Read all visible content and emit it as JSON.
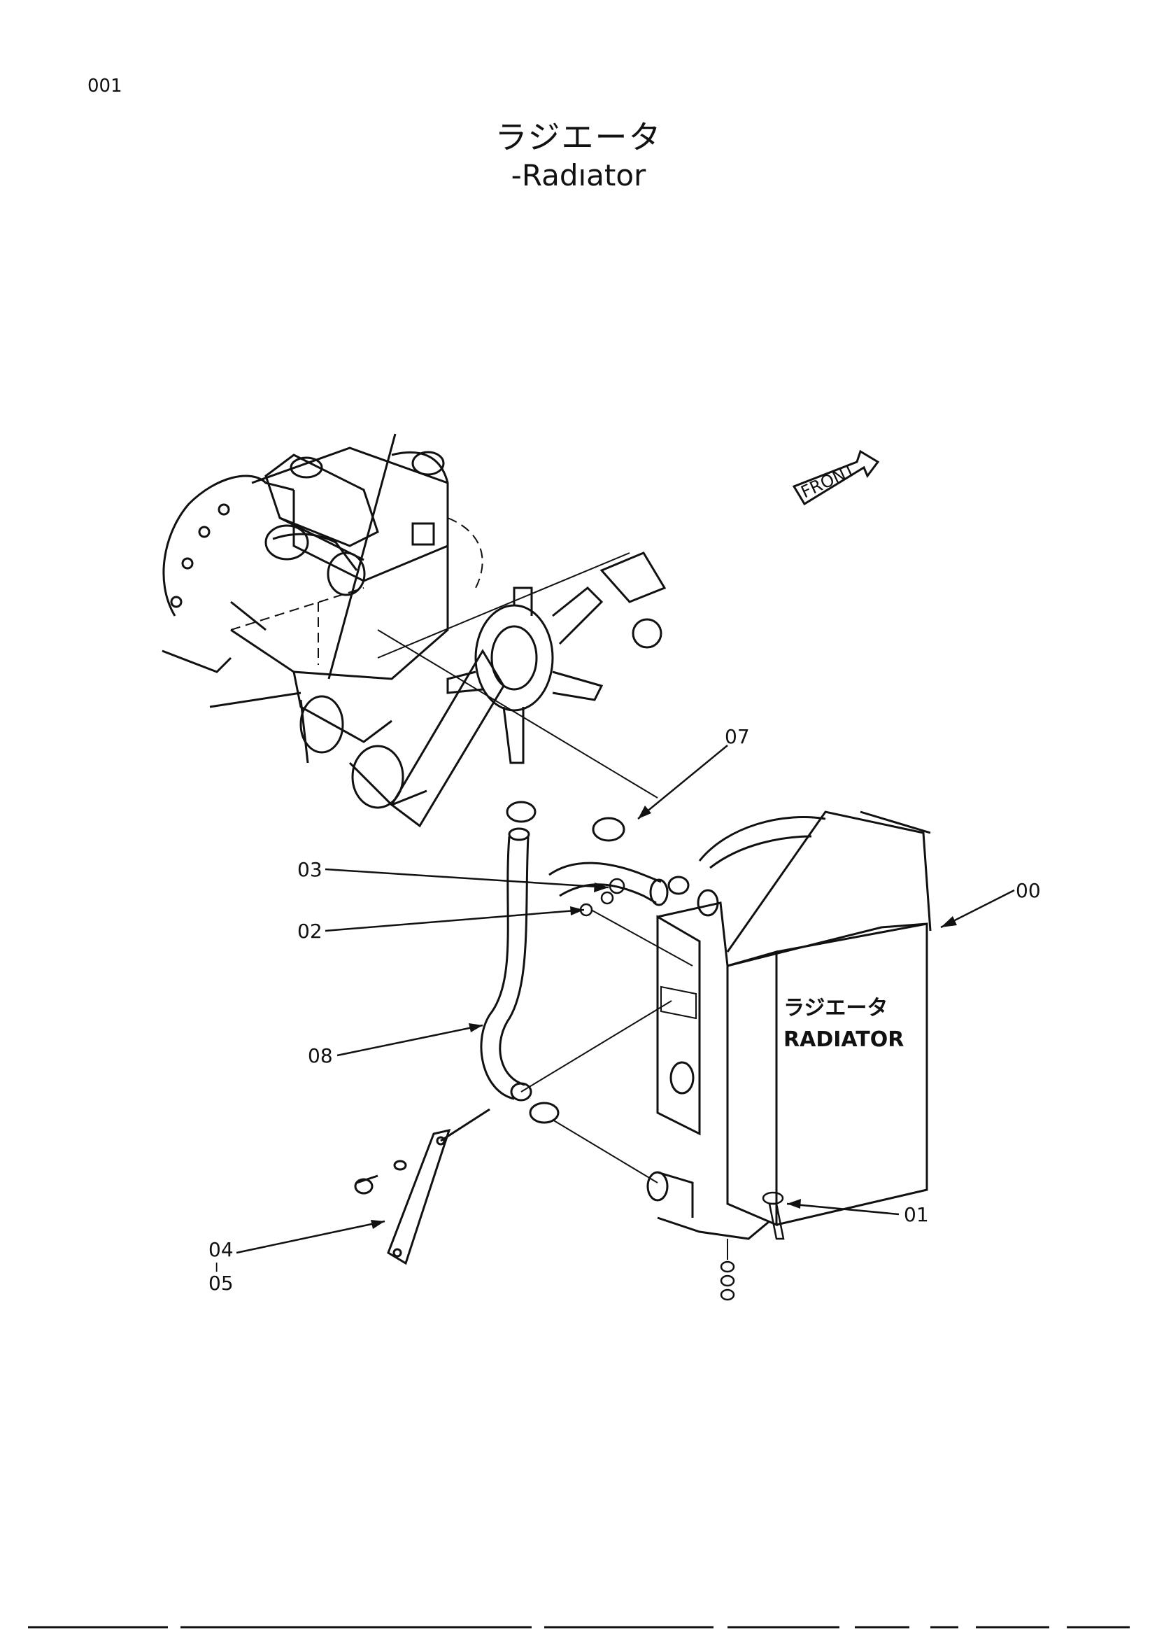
{
  "page_number": "001",
  "title_ja": "ラジエータ",
  "title_en": "-Radıator",
  "front_label": "FRONT",
  "radiator_label_ja": "ラジエータ",
  "radiator_label_en": "RADIATOR",
  "callouts": {
    "c00": "00",
    "c01": "01",
    "c02": "02",
    "c03": "03",
    "c04": "04",
    "c04_sep": "I",
    "c05": "05",
    "c07": "07",
    "c08": "08"
  }
}
